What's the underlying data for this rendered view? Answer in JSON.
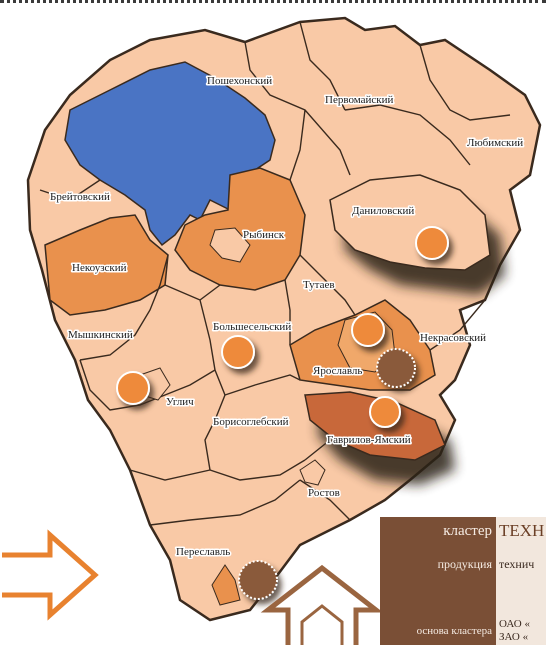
{
  "districts": {
    "poshekhonsky": "Пошехонский",
    "pervomaysky": "Первомайский",
    "lyubimsky": "Любимский",
    "breytovsky": "Брейтовский",
    "danilovsky": "Даниловский",
    "rybinsk": "Рыбинск",
    "nekouzsky": "Некоузский",
    "tutaev": "Тутаев",
    "myshkinsky": "Мышкинский",
    "bolsheselsky": "Большесельский",
    "nekrasovsky": "Некрасовский",
    "yaroslavl": "Ярославль",
    "uglich": "Углич",
    "borisoglebsky": "Борисоглебский",
    "gavrilov_yamsky": "Гаврилов-Ямский",
    "rostov": "Ростов",
    "pereslavl": "Переславль"
  },
  "info_table": {
    "row1_key": "кластер",
    "row1_val": "ТЕХН",
    "row2_key": "продукция",
    "row2_val": "технич",
    "row3_key": "основа кластера",
    "row3_val_line1": "ОАО «",
    "row3_val_line2": "ЗАО «"
  },
  "colors": {
    "district_fill": "#f9c9a6",
    "district_border": "#3a2a1e",
    "water": "#4a74c4",
    "cluster_highlight": "#e9914d",
    "marker_orange": "#ee8a3a",
    "marker_brown": "#8a5a3a",
    "arrow_outline": "#e8822f",
    "arrow_brown": "#9a6540"
  }
}
